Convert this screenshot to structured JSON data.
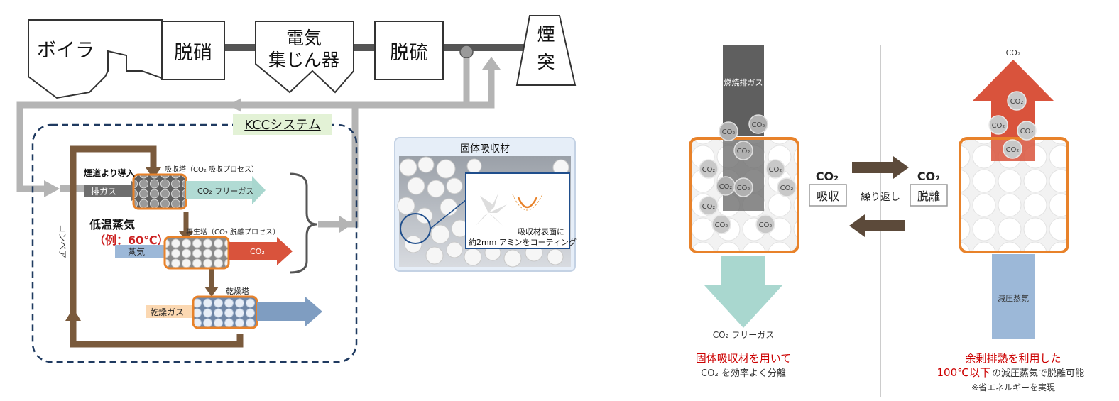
{
  "process_units": {
    "boiler": "ボイラ",
    "denitration": "脱硝",
    "precipitator_line1": "電気",
    "precipitator_line2": "集じん器",
    "desulfurization": "脱硫",
    "chimney_line1": "煙",
    "chimney_line2": "突"
  },
  "kcc_system": {
    "title": "KCCシステム",
    "flue_intro": "煙道より導入",
    "exhaust_gas": "排ガス",
    "absorption_tower": "吸収塔（CO₂ 吸収プロセス）",
    "co2_free_gas": "CO₂ フリーガス",
    "low_temp_steam": "低温蒸気",
    "example_temp": "（例：60℃）",
    "regeneration_tower": "再生塔（CO₂ 脱離プロセス）",
    "steam": "蒸気",
    "co2": "CO₂",
    "conveyor": "コンベア",
    "drying_tower": "乾燥塔",
    "drying_gas": "乾燥ガス"
  },
  "sorbent_panel": {
    "title": "固体吸収材",
    "caption_line1": "吸収材表面に",
    "caption_line2": "約2mm アミンをコーティング"
  },
  "mechanism": {
    "flue_gas": "燃焼排ガス",
    "co2_label": "CO₂",
    "co2_free_gas": "CO₂ フリーガス",
    "co2_top": "CO₂",
    "absorb_co2": "CO₂",
    "absorb": "吸収",
    "repeat": "繰り返し",
    "desorb_co2": "CO₂",
    "desorb": "脱離",
    "reduced_steam": "減圧蒸気",
    "left_caption_red": "固体吸収材を用いて",
    "left_caption_gray": "CO₂ を効率よく分離",
    "right_caption_red1": "余剰排熱を利用した",
    "right_caption_red2": "100℃以下",
    "right_caption_gray2": "の減圧蒸気で脱離可能",
    "right_caption_note": "※省エネルギーを実現"
  },
  "colors": {
    "pipe_dark": "#555555",
    "pipe_light": "#b4b4b4",
    "conveyor_brown": "#7a5a3c",
    "orange": "#e8822a",
    "co2_red": "#d9533c",
    "clean_teal": "#a9d7cf",
    "steam_blue": "#9cb8d8",
    "accent_red": "#cc0000"
  }
}
